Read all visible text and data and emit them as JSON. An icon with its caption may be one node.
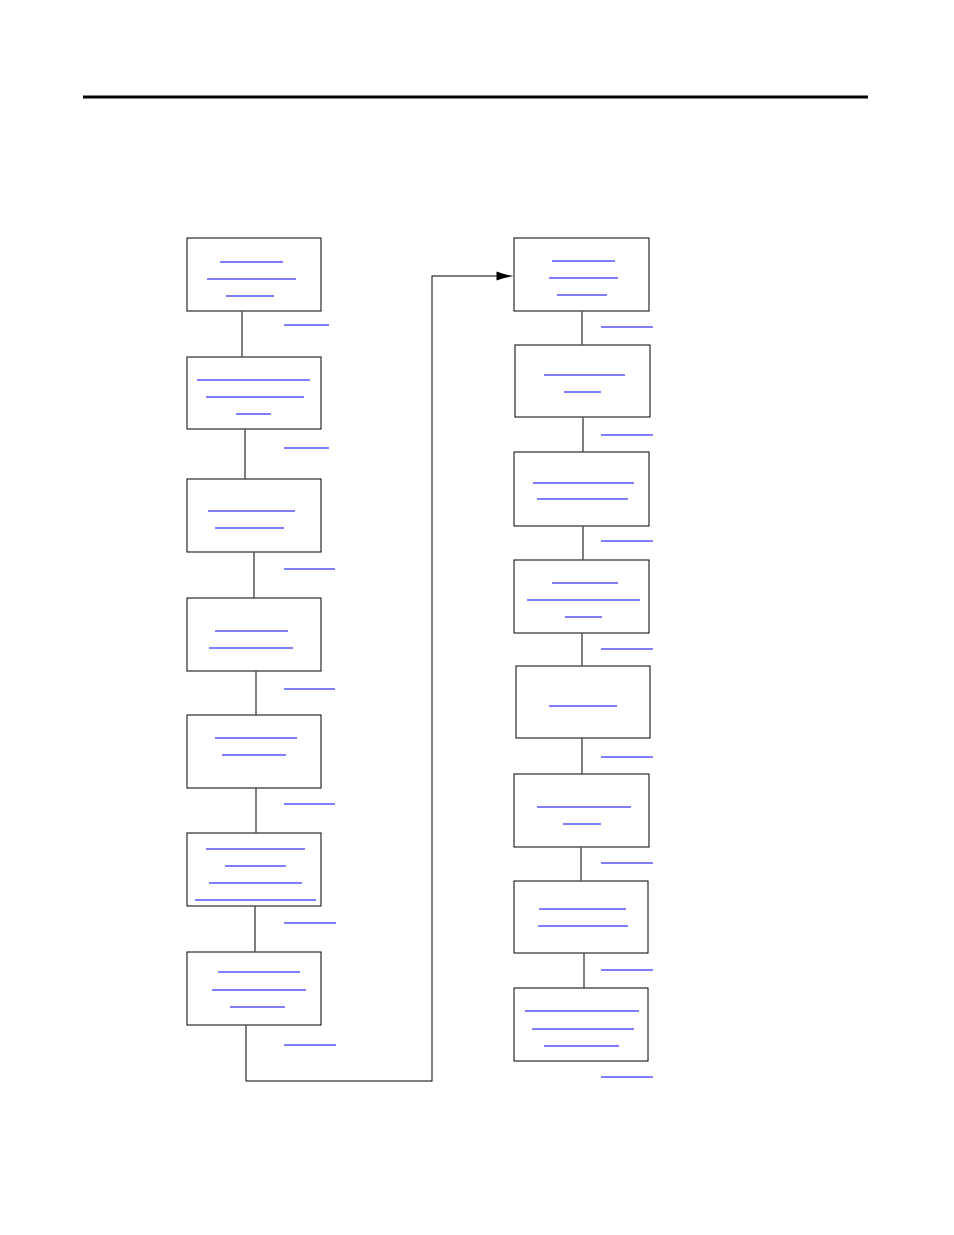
{
  "diagram": {
    "nodes": [
      {
        "text": [],
        "shape": "box"
      },
      {
        "text": [],
        "shape": "box"
      },
      {
        "text": [],
        "shape": "box"
      },
      {
        "text": [],
        "shape": "box"
      },
      {
        "text": [],
        "shape": "box"
      },
      {
        "text": [],
        "shape": "box"
      },
      {
        "text": [],
        "shape": "box"
      },
      {
        "text": [],
        "shape": "box"
      },
      {
        "text": [],
        "shape": "box"
      },
      {
        "text": [],
        "shape": "box"
      },
      {
        "text": [],
        "shape": "box"
      },
      {
        "text": [],
        "shape": "box"
      },
      {
        "text": [],
        "shape": "box"
      },
      {
        "text": [],
        "shape": "box"
      },
      {
        "text": [],
        "shape": "box"
      }
    ],
    "edges": [
      {
        "from": 0,
        "to": 1,
        "arrow": "none"
      },
      {
        "from": 1,
        "to": 2,
        "arrow": "none"
      },
      {
        "from": 2,
        "to": 3,
        "arrow": "none"
      },
      {
        "from": 3,
        "to": 4,
        "arrow": "none"
      },
      {
        "from": 4,
        "to": 5,
        "arrow": "none"
      },
      {
        "from": 5,
        "to": 6,
        "arrow": "none"
      },
      {
        "from": 6,
        "to": 7,
        "arrow": "to"
      },
      {
        "from": 7,
        "to": 8,
        "arrow": "none"
      },
      {
        "from": 8,
        "to": 9,
        "arrow": "none"
      },
      {
        "from": 9,
        "to": 10,
        "arrow": "none"
      },
      {
        "from": 10,
        "to": 11,
        "arrow": "none"
      },
      {
        "from": 11,
        "to": 12,
        "arrow": "none"
      },
      {
        "from": 12,
        "to": 13,
        "arrow": "none"
      },
      {
        "from": 13,
        "to": 14,
        "arrow": "none"
      }
    ]
  }
}
